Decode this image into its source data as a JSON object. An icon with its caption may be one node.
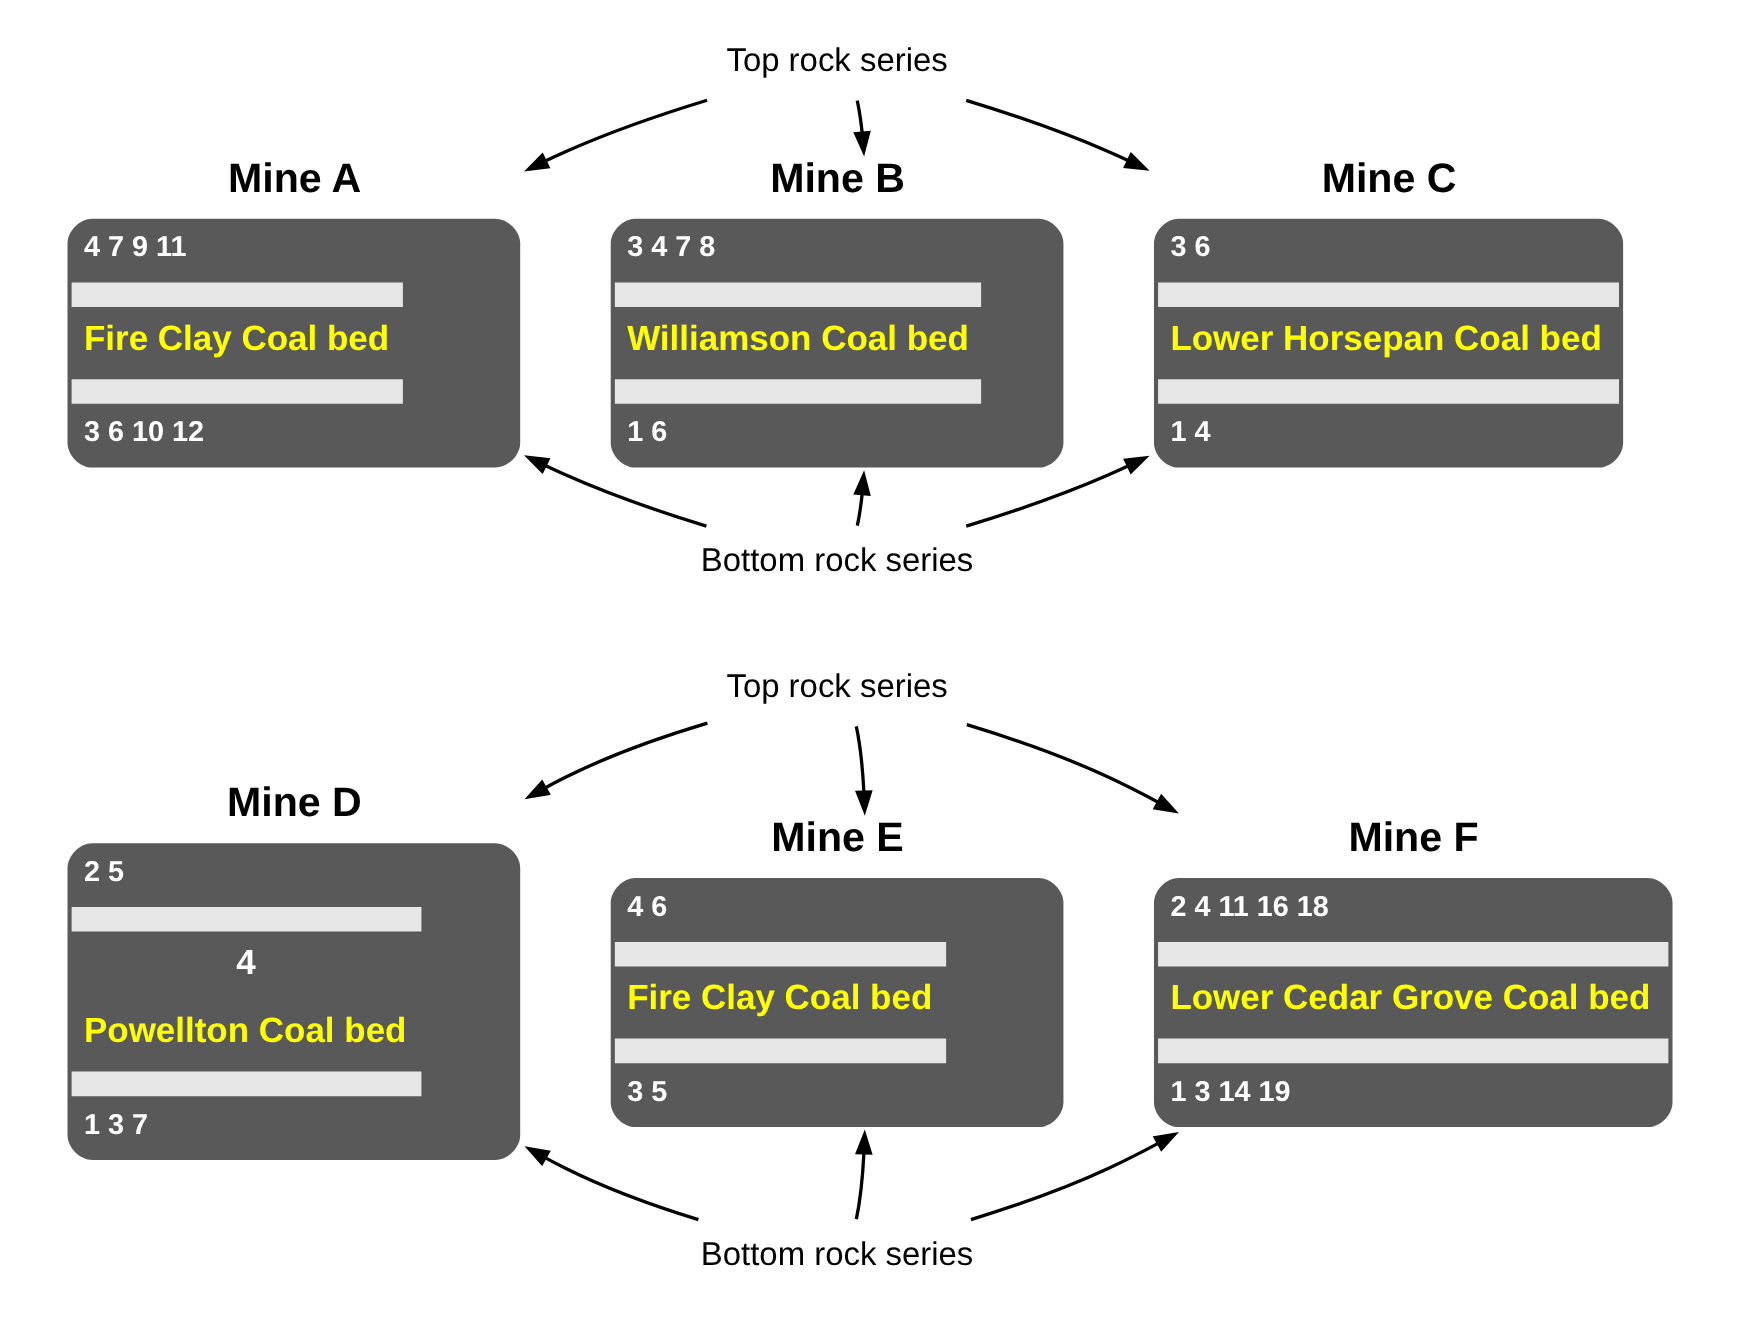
{
  "diagram": {
    "nodes": [
      {
        "text": [
          "Mine A",
          "4 7 9 11",
          "Fire Clay Coal bed",
          "3 6 10 12"
        ]
      },
      {
        "text": [
          "Top rock series"
        ]
      },
      {
        "text": [
          "Mine B",
          "3 4 7 8",
          "Williamson Coal bed",
          "1 6"
        ]
      },
      {
        "text": [
          "Mine C",
          "3 6",
          "Lower Horsepan Coal bed",
          "1 4"
        ]
      },
      {
        "text": [
          "Bottom rock series"
        ]
      },
      {
        "text": [
          "Mine D",
          "2 5",
          "4",
          "Powellton Coal bed",
          "1 3 7"
        ]
      },
      {
        "text": [
          "Top rock series"
        ]
      },
      {
        "text": [
          "Mine E",
          "4 6",
          "Fire Clay Coal bed",
          "3 5"
        ]
      },
      {
        "text": [
          "Mine F",
          "2 4 11 16 18",
          "Lower Cedar Grove Coal bed",
          "1 3 14 19"
        ]
      },
      {
        "text": [
          "Bottom rock series"
        ]
      }
    ],
    "edges": [
      {
        "from": 1,
        "to": 0,
        "arrow": "to"
      },
      {
        "from": 1,
        "to": 2,
        "arrow": "to"
      },
      {
        "from": 1,
        "to": 3,
        "arrow": "to"
      },
      {
        "from": 4,
        "to": 0,
        "arrow": "to"
      },
      {
        "from": 4,
        "to": 2,
        "arrow": "to"
      },
      {
        "from": 4,
        "to": 3,
        "arrow": "to"
      },
      {
        "from": 6,
        "to": 5,
        "arrow": "to"
      },
      {
        "from": 6,
        "to": 7,
        "arrow": "to"
      },
      {
        "from": 6,
        "to": 8,
        "arrow": "to"
      },
      {
        "from": 9,
        "to": 5,
        "arrow": "to"
      },
      {
        "from": 9,
        "to": 7,
        "arrow": "to"
      },
      {
        "from": 9,
        "to": 8,
        "arrow": "to"
      }
    ]
  }
}
